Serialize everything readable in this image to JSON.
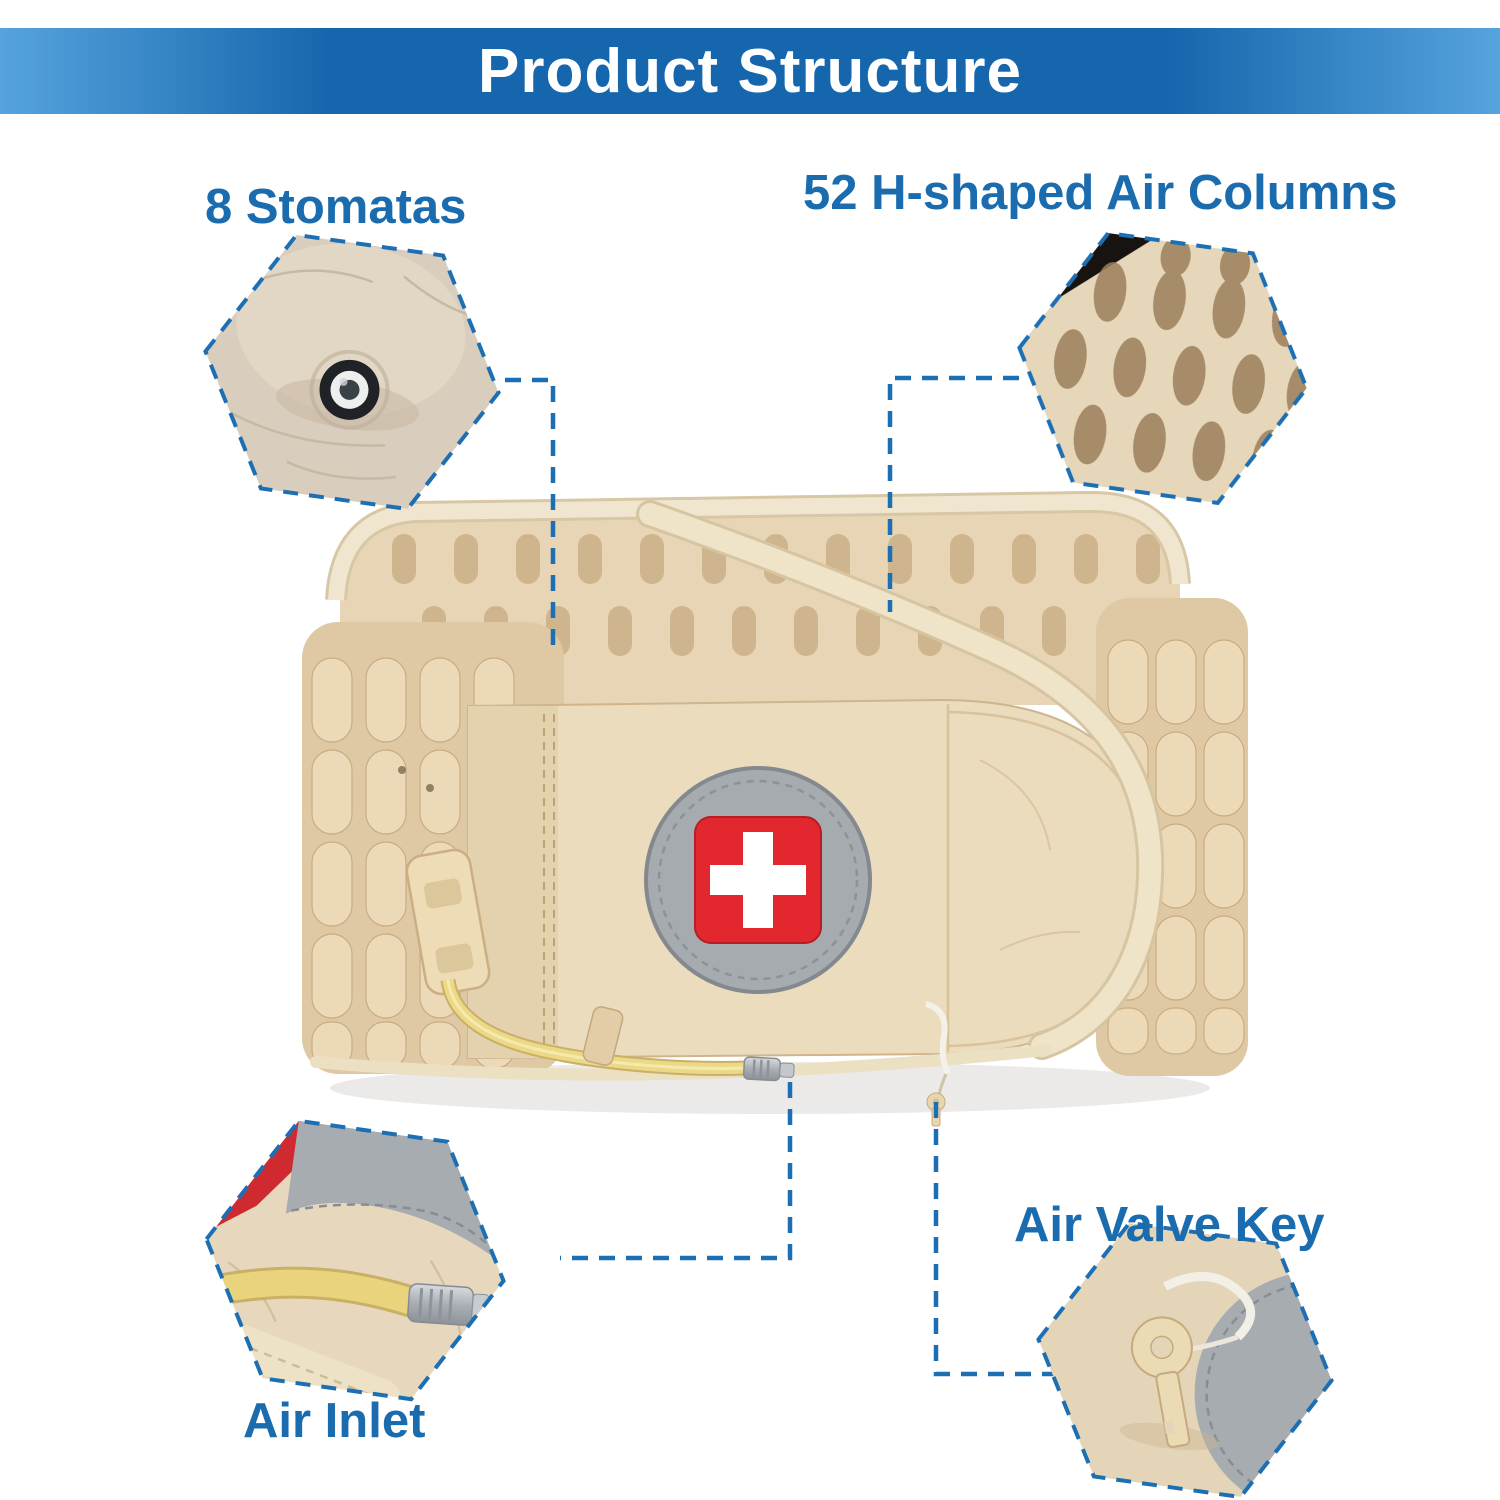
{
  "header": {
    "title": "Product Structure"
  },
  "callouts": [
    {
      "id": "stomatas",
      "label": "8 Stomatas"
    },
    {
      "id": "air_columns",
      "label": "52 H-shaped Air Columns"
    },
    {
      "id": "air_inlet",
      "label": "Air Inlet"
    },
    {
      "id": "air_valve_key",
      "label": "Air Valve Key"
    }
  ],
  "icons": {
    "badge": "medical-cross-icon",
    "callout_shape": "hexagon-photo-callout",
    "connector_style": "dashed-blue-line"
  },
  "colors": {
    "accent-blue": "#1a6cae",
    "connector-blue": "#1d6fb4",
    "header-blue-dark": "#1566ad",
    "header-blue-light": "#56a3dd",
    "title-text": "#ffffff",
    "background": "#ffffff",
    "belt-beige": "#e7d5b5",
    "belt-bump": "#ecd9b7",
    "belt-trim": "#efe4c8",
    "badge-gray": "#a6abaf",
    "cross-red": "#e2272e",
    "tube-yellow": "#e8d47c"
  }
}
